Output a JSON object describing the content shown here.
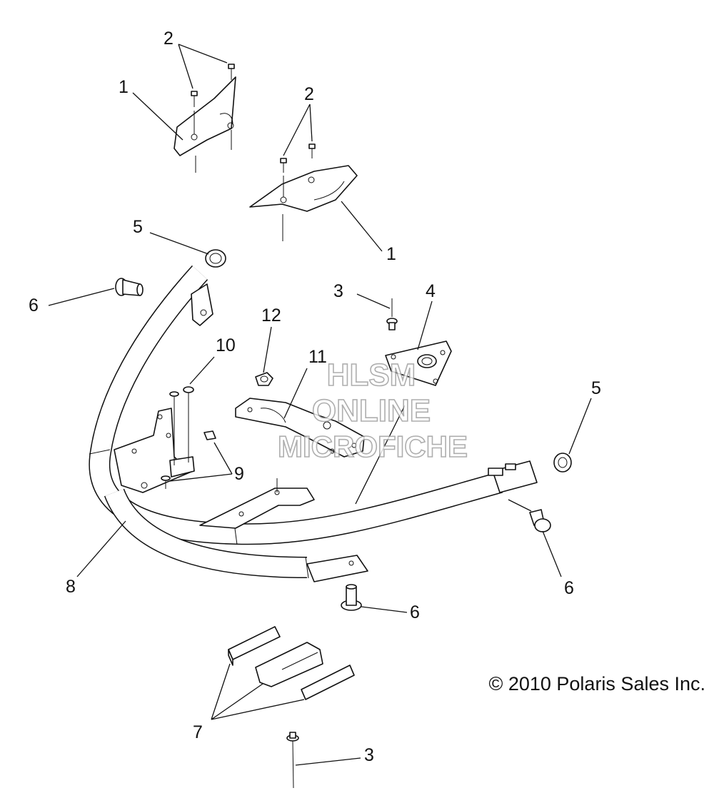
{
  "callouts": {
    "c1a": "1",
    "c1b": "1",
    "c2a": "2",
    "c2b": "2",
    "c3a": "3",
    "c3b": "3",
    "c4": "4",
    "c5a": "5",
    "c5b": "5",
    "c6a": "6",
    "c6b": "6",
    "c6c": "6",
    "c7": "7",
    "c8": "8",
    "c9": "9",
    "c10": "10",
    "c11": "11",
    "c12": "12"
  },
  "watermark": {
    "line1": "HLSM",
    "line2": "ONLINE",
    "line3": "MICROFICHE"
  },
  "copyright": "© 2010 Polaris Sales Inc."
}
